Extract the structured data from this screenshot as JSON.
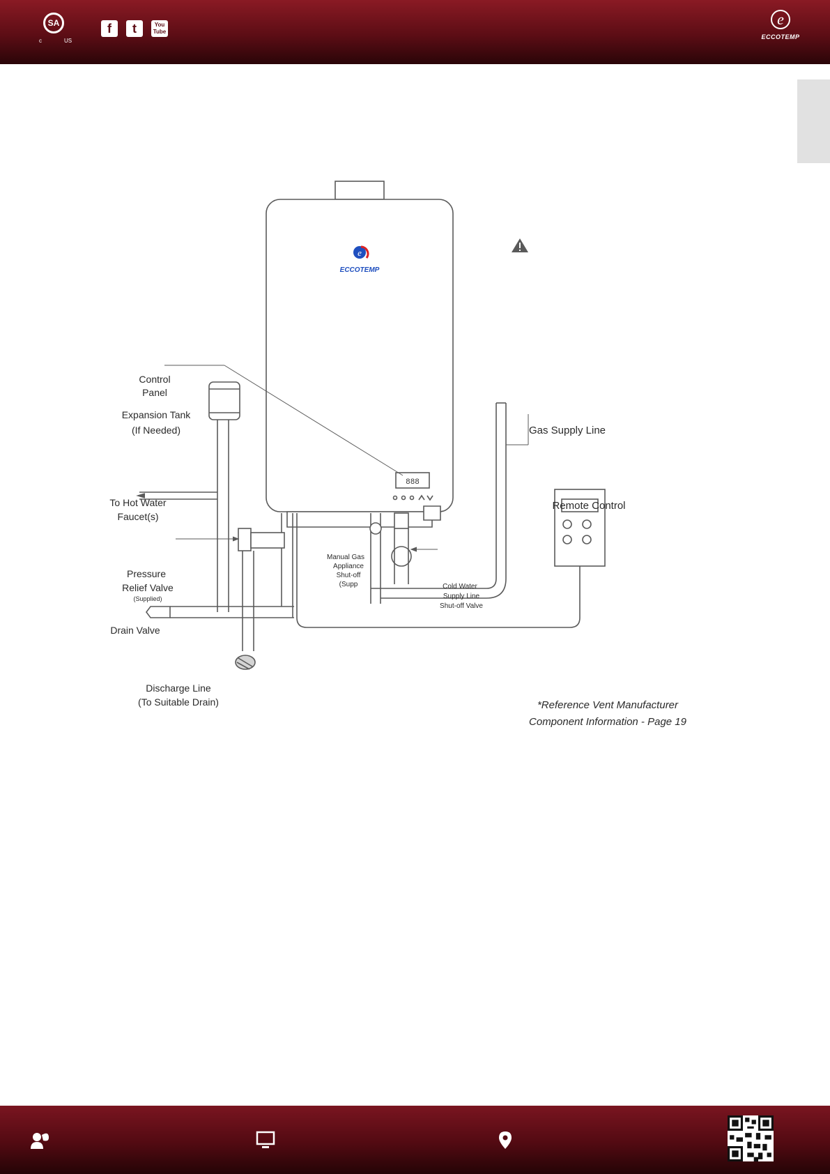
{
  "header": {
    "cert_mark": "SA",
    "cert_c": "c",
    "cert_us": "US",
    "social": [
      "facebook-icon",
      "twitter-icon",
      "youtube-icon"
    ],
    "youtube_label": "You Tube",
    "brand": "ECCOTEMP"
  },
  "diagram": {
    "unit_logo": "ECCOTEMP",
    "display_digits": "888",
    "labels": {
      "control_panel_1": "Control",
      "control_panel_2": "Panel",
      "expansion_tank_1": "Expansion Tank",
      "expansion_tank_2": "(If Needed)",
      "hot_water_1": "To Hot Water",
      "hot_water_2": "Faucet(s)",
      "prv_1": "Pressure",
      "prv_2": "Relief Valve",
      "prv_3": "(Supplied)",
      "drain_valve": "Drain Valve",
      "discharge_1": "Discharge Line",
      "discharge_2": "(To Suitable Drain)",
      "manual_gas_1": "Manual Gas",
      "manual_gas_2": "Appliance",
      "manual_gas_3": "Shut-off",
      "manual_gas_4": "(Supp",
      "cold_water_1": "Cold Water",
      "cold_water_2": "Supply Line",
      "cold_water_3": "Shut-off Valve",
      "gas_supply": "Gas Supply Line",
      "remote_control": "Remote Control",
      "reference_1": "*Reference Vent Manufacturer",
      "reference_2": "Component Information - Page 19"
    }
  },
  "footer": {
    "icons": [
      "support-icon",
      "monitor-icon",
      "location-pin-icon",
      "qr-code"
    ]
  },
  "colors": {
    "header_red": "#5c0d15",
    "accent_white": "#ffffff",
    "side_tab": "#e1e1e1"
  }
}
